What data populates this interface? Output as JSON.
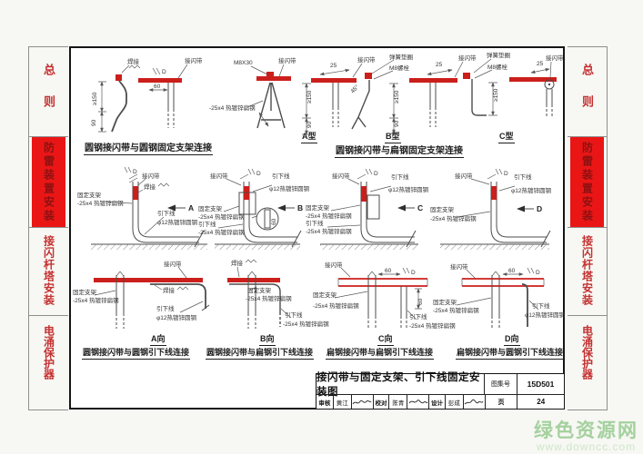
{
  "sidebar": {
    "items": [
      {
        "label": "总则",
        "active": false
      },
      {
        "label": "防雷装置安装",
        "active": true
      },
      {
        "label": "接闪杆塔安装",
        "active": false
      },
      {
        "label": "电涌保护器",
        "active": false
      }
    ]
  },
  "sections": {
    "r1_left": "圆钢接闪带与圆钢固定支架连接",
    "r1_right": "圆钢接闪带与扁钢固定支架连接",
    "typeA": "A型",
    "typeB": "B型",
    "typeC": "C型",
    "dirA": "A向",
    "dirB": "B向",
    "dirC": "C向",
    "dirD": "D向",
    "r3_a": "圆钢接闪带与圆钢引下线连接",
    "r3_b": "圆钢接闪带与扁钢引下线连接",
    "r3_c": "扁钢接闪带与扁钢引下线连接",
    "r3_d": "扁钢接闪带与圆钢引下线连接"
  },
  "labels": {
    "jsd": "接闪带",
    "hj": "焊接",
    "yxx": "引下线",
    "gdzj": "固定支架",
    "bg": "-25x4 热镀锌扁钢",
    "yg": "φ12热镀锌圆钢",
    "m8x30": "M8X30",
    "m8ls": "M8螺栓",
    "thdq": "弹簧垫圈",
    "d150": "≥150",
    "d90": "90",
    "d60": "60",
    "d25": "25",
    "d45": "45°",
    "dD": "D",
    "viewA": "A",
    "viewB": "B",
    "viewC": "C",
    "viewD": "D"
  },
  "titleblock": {
    "title": "接闪带与固定支架、引下线固定安装图",
    "atlas_label": "图集号",
    "atlas_no": "15D501",
    "page_label": "页",
    "page_no": "24",
    "credits": [
      {
        "role": "审核",
        "name": "黄江"
      },
      {
        "role": "校对",
        "name": "陈青"
      },
      {
        "role": "设计",
        "name": "彭成"
      }
    ]
  },
  "watermark": {
    "site_name": "绿色资源网",
    "site_url": "www.downcc.com"
  },
  "colors": {
    "accent_red": "#ea1616",
    "line_red": "#cb1f1c",
    "sidebar_text_red": "#c33131",
    "watermark_green": "#a4d19e"
  }
}
